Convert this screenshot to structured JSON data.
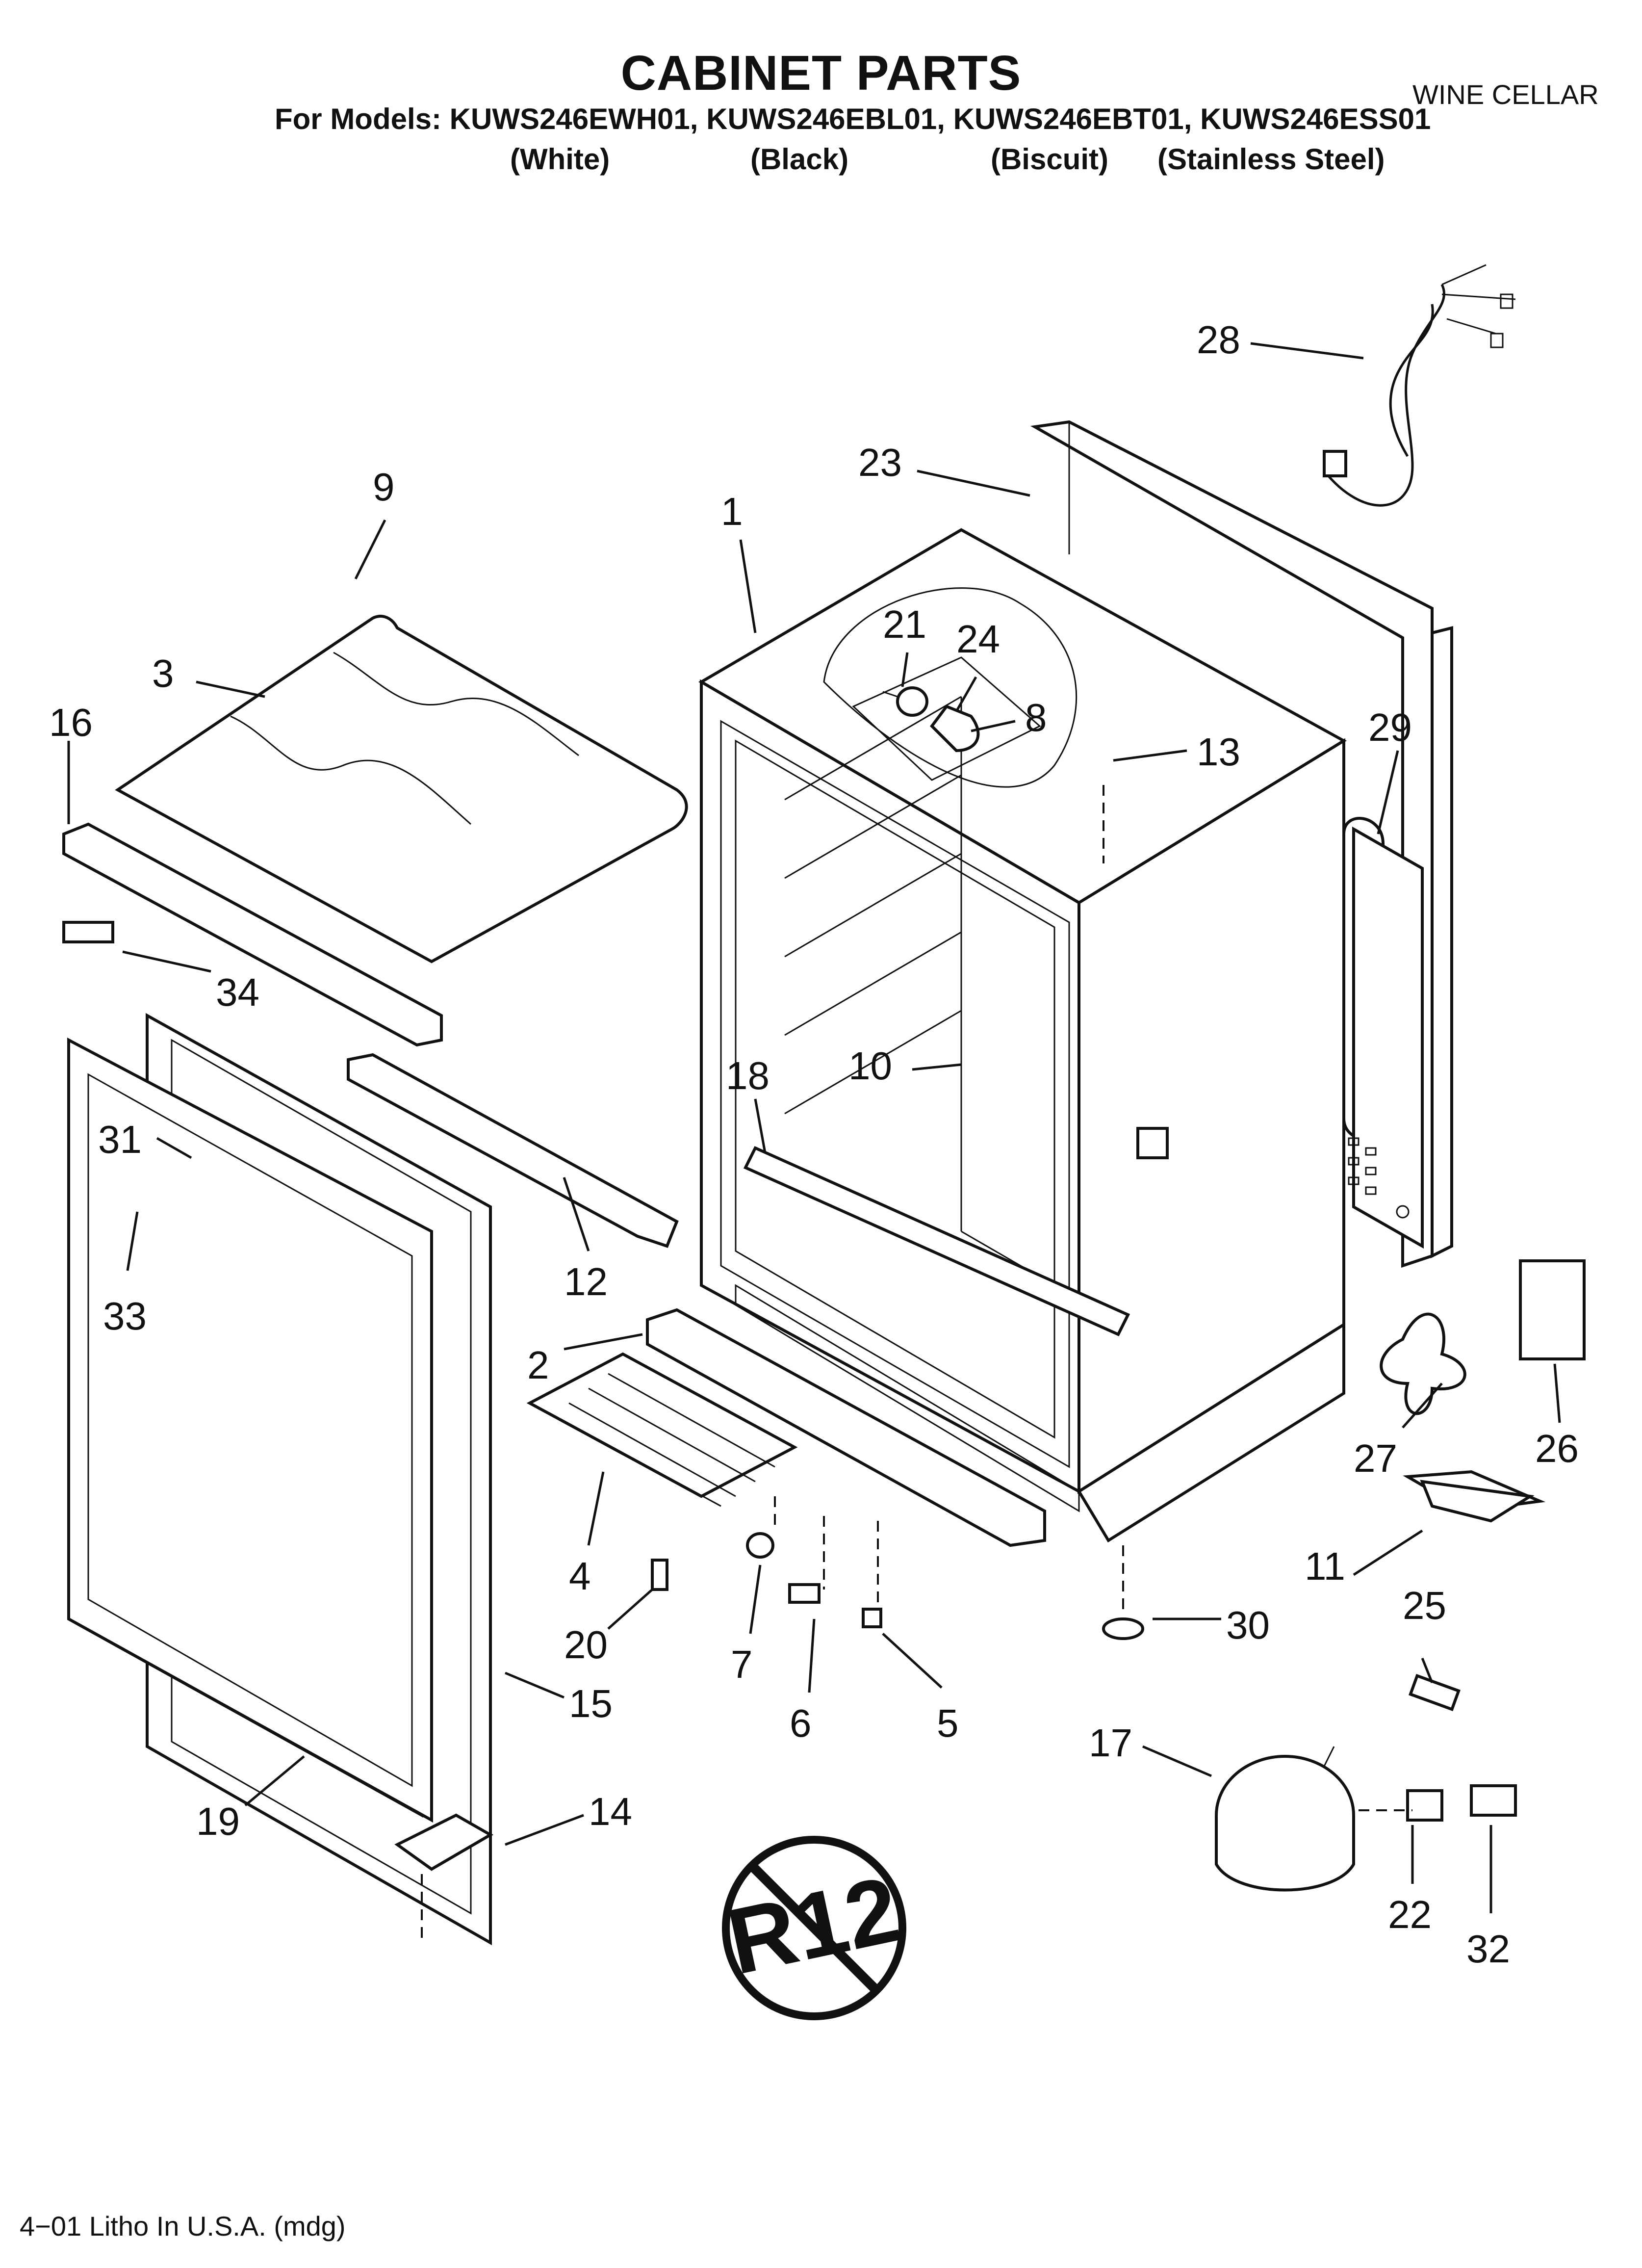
{
  "header": {
    "title": "CABINET PARTS",
    "models": "For Models: KUWS246EWH01, KUWS246EBL01, KUWS246EBT01, KUWS246ESS01",
    "colors": [
      "(White)",
      "(Black)",
      "(Biscuit)",
      "(Stainless Steel)"
    ],
    "category": "WINE CELLAR"
  },
  "callouts": [
    "1",
    "2",
    "3",
    "4",
    "5",
    "6",
    "7",
    "8",
    "9",
    "10",
    "11",
    "12",
    "13",
    "14",
    "15",
    "16",
    "17",
    "18",
    "19",
    "20",
    "21",
    "22",
    "23",
    "24",
    "25",
    "26",
    "27",
    "28",
    "29",
    "30",
    "31",
    "32",
    "33",
    "34"
  ],
  "badge": "R12",
  "footer": "4−01 Litho In U.S.A. (mdg)"
}
